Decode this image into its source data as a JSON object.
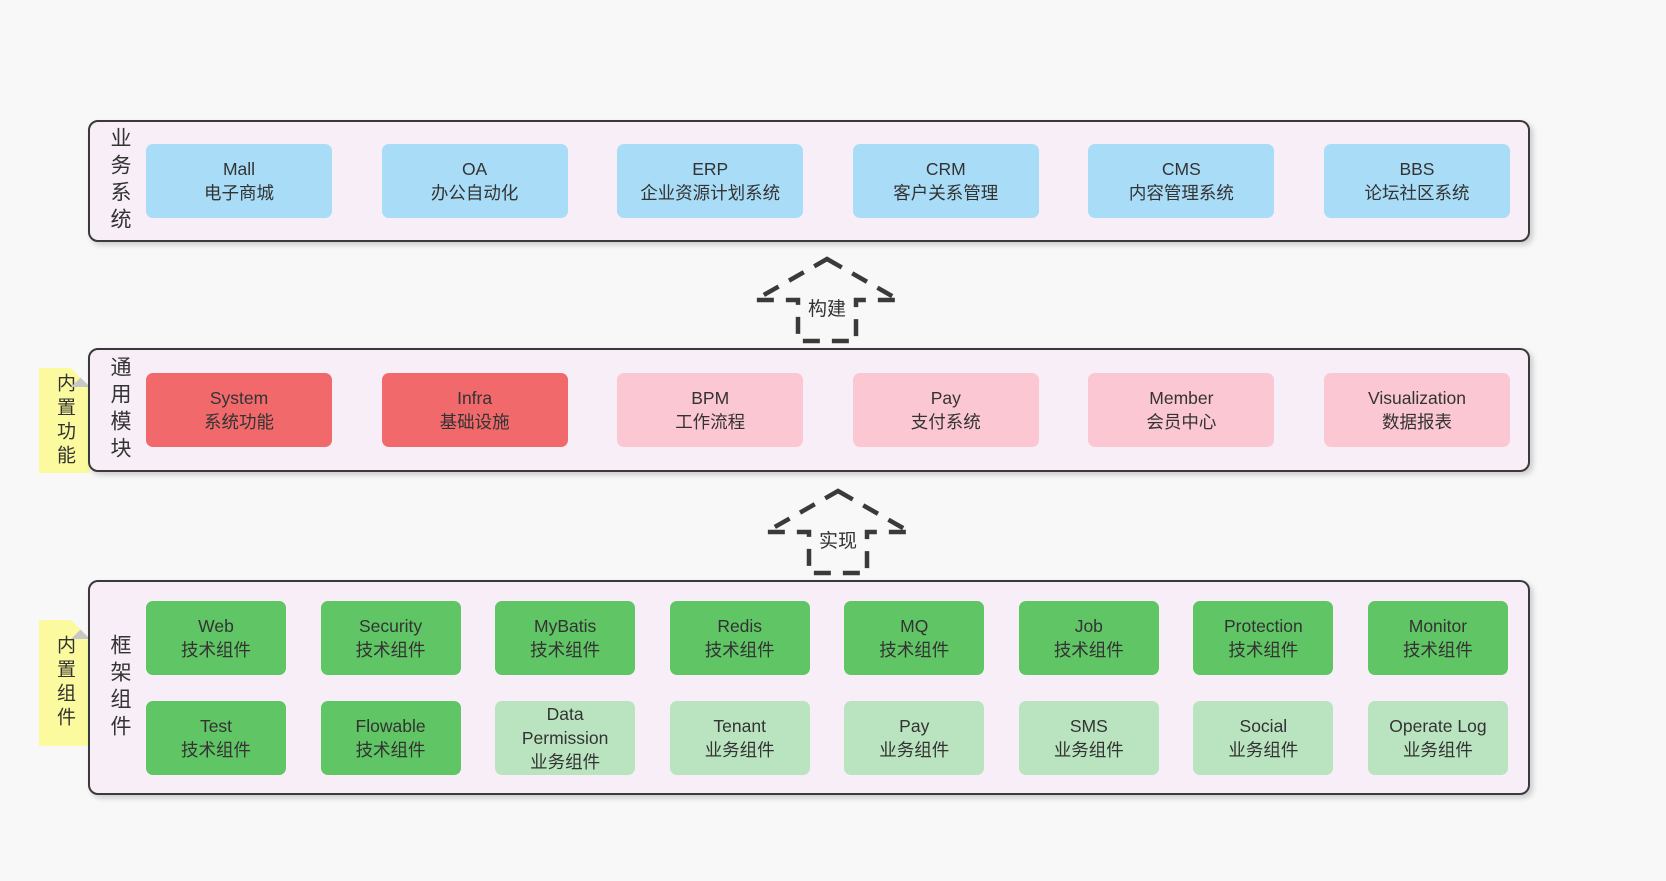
{
  "layers": [
    {
      "label": "业务系统",
      "boxes": [
        {
          "title": "Mall",
          "subtitle": "电子商城"
        },
        {
          "title": "OA",
          "subtitle": "办公自动化"
        },
        {
          "title": "ERP",
          "subtitle": "企业资源计划系统"
        },
        {
          "title": "CRM",
          "subtitle": "客户关系管理"
        },
        {
          "title": "CMS",
          "subtitle": "内容管理系统"
        },
        {
          "title": "BBS",
          "subtitle": "论坛社区系统"
        }
      ]
    },
    {
      "label": "通用模块",
      "note": "内置功能",
      "boxes": [
        {
          "title": "System",
          "subtitle": "系统功能"
        },
        {
          "title": "Infra",
          "subtitle": "基础设施"
        },
        {
          "title": "BPM",
          "subtitle": "工作流程"
        },
        {
          "title": "Pay",
          "subtitle": "支付系统"
        },
        {
          "title": "Member",
          "subtitle": "会员中心"
        },
        {
          "title": "Visualization",
          "subtitle": "数据报表"
        }
      ]
    },
    {
      "label": "框架组件",
      "note": "内置组件",
      "rows": [
        [
          {
            "title": "Web",
            "subtitle": "技术组件"
          },
          {
            "title": "Security",
            "subtitle": "技术组件"
          },
          {
            "title": "MyBatis",
            "subtitle": "技术组件"
          },
          {
            "title": "Redis",
            "subtitle": "技术组件"
          },
          {
            "title": "MQ",
            "subtitle": "技术组件"
          },
          {
            "title": "Job",
            "subtitle": "技术组件"
          },
          {
            "title": "Protection",
            "subtitle": "技术组件"
          },
          {
            "title": "Monitor",
            "subtitle": "技术组件"
          }
        ],
        [
          {
            "title": "Test",
            "subtitle": "技术组件"
          },
          {
            "title": "Flowable",
            "subtitle": "技术组件"
          },
          {
            "title": "Data Permission",
            "subtitle": "业务组件"
          },
          {
            "title": "Tenant",
            "subtitle": "业务组件"
          },
          {
            "title": "Pay",
            "subtitle": "业务组件"
          },
          {
            "title": "SMS",
            "subtitle": "业务组件"
          },
          {
            "title": "Social",
            "subtitle": "业务组件"
          },
          {
            "title": "Operate Log",
            "subtitle": "业务组件"
          }
        ]
      ]
    }
  ],
  "arrows": [
    {
      "label": "构建"
    },
    {
      "label": "实现"
    }
  ],
  "colors": {
    "page_bg": "#f8f8f8",
    "panel_bg": "#f8eef7",
    "panel_border": "#3a3a3a",
    "blue_box": "#a9dcf6",
    "red_box": "#f1696b",
    "pink_box": "#fbc7d2",
    "green_dark_box": "#60c564",
    "green_light_box": "#b9e4bf",
    "note_yellow": "#fbfa9e",
    "note_fold": "#c7c7c7",
    "text": "#333333"
  }
}
